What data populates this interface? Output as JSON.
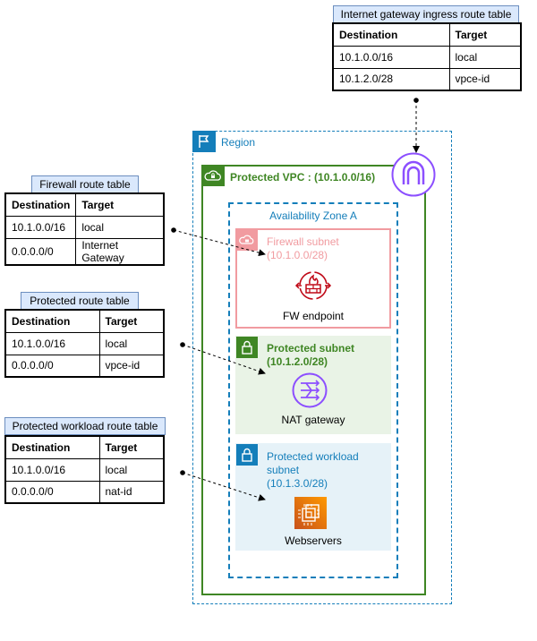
{
  "igw_table": {
    "title": "Internet gateway ingress route table",
    "headers": [
      "Destination",
      "Target"
    ],
    "rows": [
      [
        "10.1.0.0/16",
        "local"
      ],
      [
        "10.1.2.0/28",
        "vpce-id"
      ]
    ]
  },
  "firewall_table": {
    "title": "Firewall route table",
    "headers": [
      "Destination",
      "Target"
    ],
    "rows": [
      [
        "10.1.0.0/16",
        "local"
      ],
      [
        "0.0.0.0/0",
        "Internet Gateway"
      ]
    ]
  },
  "protected_table": {
    "title": "Protected route table",
    "headers": [
      "Destination",
      "Target"
    ],
    "rows": [
      [
        "10.1.0.0/16",
        "local"
      ],
      [
        "0.0.0.0/0",
        "vpce-id"
      ]
    ]
  },
  "workload_table": {
    "title": "Protected workload route table",
    "headers": [
      "Destination",
      "Target"
    ],
    "rows": [
      [
        "10.1.0.0/16",
        "local"
      ],
      [
        "0.0.0.0/0",
        "nat-id"
      ]
    ]
  },
  "region": {
    "label": "Region",
    "color": "#147eba"
  },
  "vpc": {
    "label": "Protected VPC : (10.1.0.0/16)",
    "color": "#3f8624"
  },
  "az": {
    "label": "Availability Zone A"
  },
  "fw_subnet": {
    "line1": "Firewall subnet",
    "line2": "(10.1.0.0/28)",
    "service": "FW endpoint",
    "color": "#f19ba0"
  },
  "prot_subnet": {
    "line1": "Protected subnet",
    "line2": "(10.1.2.0/28)",
    "service": "NAT gateway"
  },
  "wl_subnet": {
    "line1": "Protected workload",
    "line2": "subnet",
    "line3": "(10.1.3.0/28)",
    "service": "Webservers"
  },
  "icons": {
    "igw": "internet-gateway-icon",
    "firewall": "network-firewall-icon",
    "nat": "nat-gateway-icon",
    "ec2": "ec2-instances-icon"
  }
}
